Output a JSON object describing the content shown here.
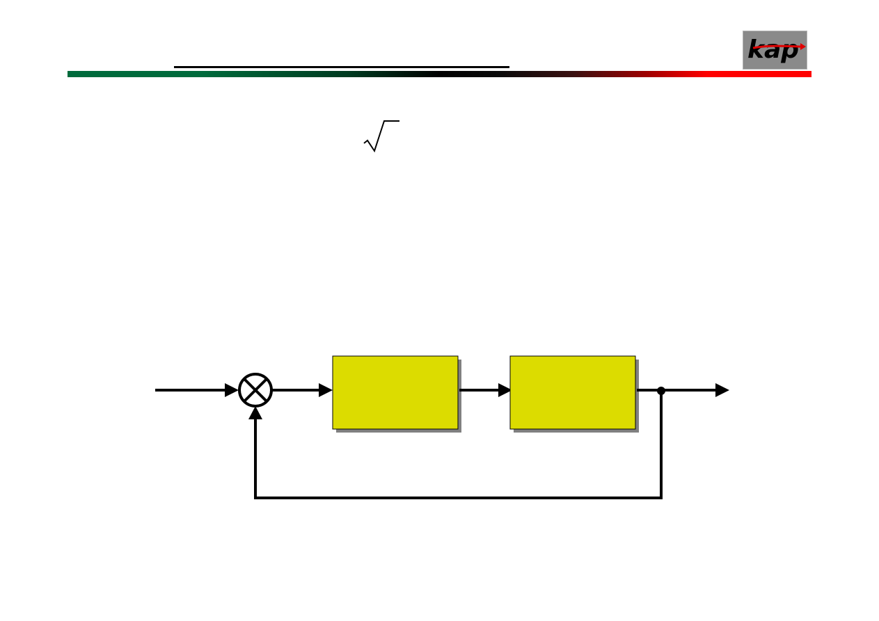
{
  "slide": {
    "title": "",
    "header_stripe_colors": [
      "#006b3c",
      "#000000",
      "#ff0000"
    ],
    "logo": {
      "text": "kap",
      "background": "#8a8a8a",
      "text_color": "#000000",
      "arrow_color": "#e00000"
    }
  },
  "equation": {
    "symbol": "square-root-radical",
    "content": ""
  },
  "block_diagram": {
    "type": "negative-feedback-loop",
    "block_fill": "#dcdc00",
    "block_shadow": "#808080",
    "line_color": "#000000",
    "blocks": [
      {
        "id": "block-1",
        "label": ""
      },
      {
        "id": "block-2",
        "label": ""
      }
    ],
    "summing_junction": {
      "symbol": "cross-circle",
      "sign": ""
    },
    "signals": {
      "input": "",
      "error": "",
      "intermediate": "",
      "output": "",
      "feedback": ""
    }
  }
}
